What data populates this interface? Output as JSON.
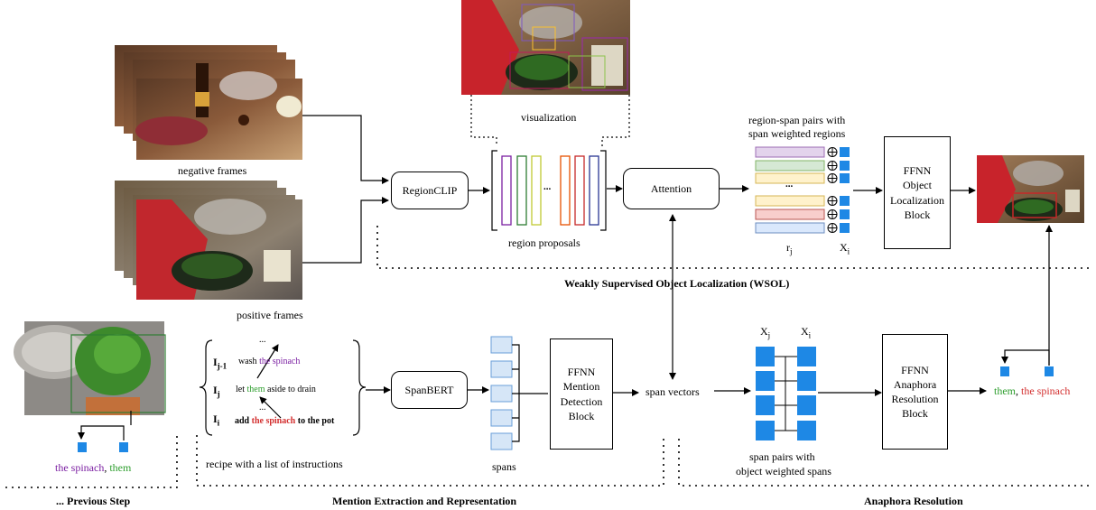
{
  "wsol": {
    "negative_frames_label": "negative frames",
    "positive_frames_label": "positive frames",
    "regionclip_label": "RegionCLIP",
    "visualization_label": "visualization",
    "region_proposals_label": "region proposals",
    "proposal_ellipsis": "...",
    "attention_label": "Attention",
    "pairs_title_line1": "region-span pairs with",
    "pairs_title_line2": "span weighted regions",
    "pairs_ellipsis": "...",
    "r_label": "r",
    "r_sub": "j",
    "x_label": "X",
    "x_sub": "i",
    "ffnn_object_lines": [
      "FFNN",
      "Object",
      "Localization",
      "Block"
    ],
    "section_title": "Weakly Supervised Object Localization (WSOL)"
  },
  "previous": {
    "mention_a": "the spinach",
    "mention_sep": ",",
    "mention_b": "them",
    "section_title": "... Previous Step"
  },
  "mention": {
    "recipe_ellipsis_top": "...",
    "row1_label": "I",
    "row1_sub": "j-1",
    "row1_text_pre": "wash ",
    "row1_text_highlight": "the spinach",
    "row2_label": "I",
    "row2_sub": "j",
    "row2_text_pre": "let ",
    "row2_text_highlight": "them",
    "row2_text_post": " aside to drain",
    "recipe_ellipsis_mid": "...",
    "row3_label": "I",
    "row3_sub": "i",
    "row3_text_pre": "add ",
    "row3_text_highlight": "the spinach",
    "row3_text_post": " to the pot",
    "recipe_caption": "recipe with a list of instructions",
    "spanbert_label": "SpanBERT",
    "spans_label": "spans",
    "ffnn_mention_lines": [
      "FFNN",
      "Mention",
      "Detection",
      "Block"
    ],
    "span_vectors_label": "span vectors",
    "section_title": "Mention Extraction and Representation"
  },
  "anaphora": {
    "xj_label": "X",
    "xj_sub": "j",
    "xi_label": "X",
    "xi_sub": "i",
    "pairs_caption_line1": "span pairs with",
    "pairs_caption_line2": "object weighted spans",
    "ffnn_anaphora_lines": [
      "FFNN",
      "Anaphora",
      "Resolution",
      "Block"
    ],
    "result_a": "them",
    "result_sep": ",",
    "result_b": "the spinach",
    "section_title": "Anaphora Resolution"
  },
  "colors": {
    "purple": "#7b1fa2",
    "green": "#2e9e2e",
    "red": "#d32f2f",
    "blue": "#1e88e5",
    "span_fill": "#d6e6f7",
    "span_stroke": "#6a9fd8",
    "pair_purple": "#e3d3ec",
    "pair_green": "#d5e8d4",
    "pair_yellow": "#fff2cc",
    "pair_red": "#f8cecc",
    "pair_blue": "#dae8fc"
  }
}
